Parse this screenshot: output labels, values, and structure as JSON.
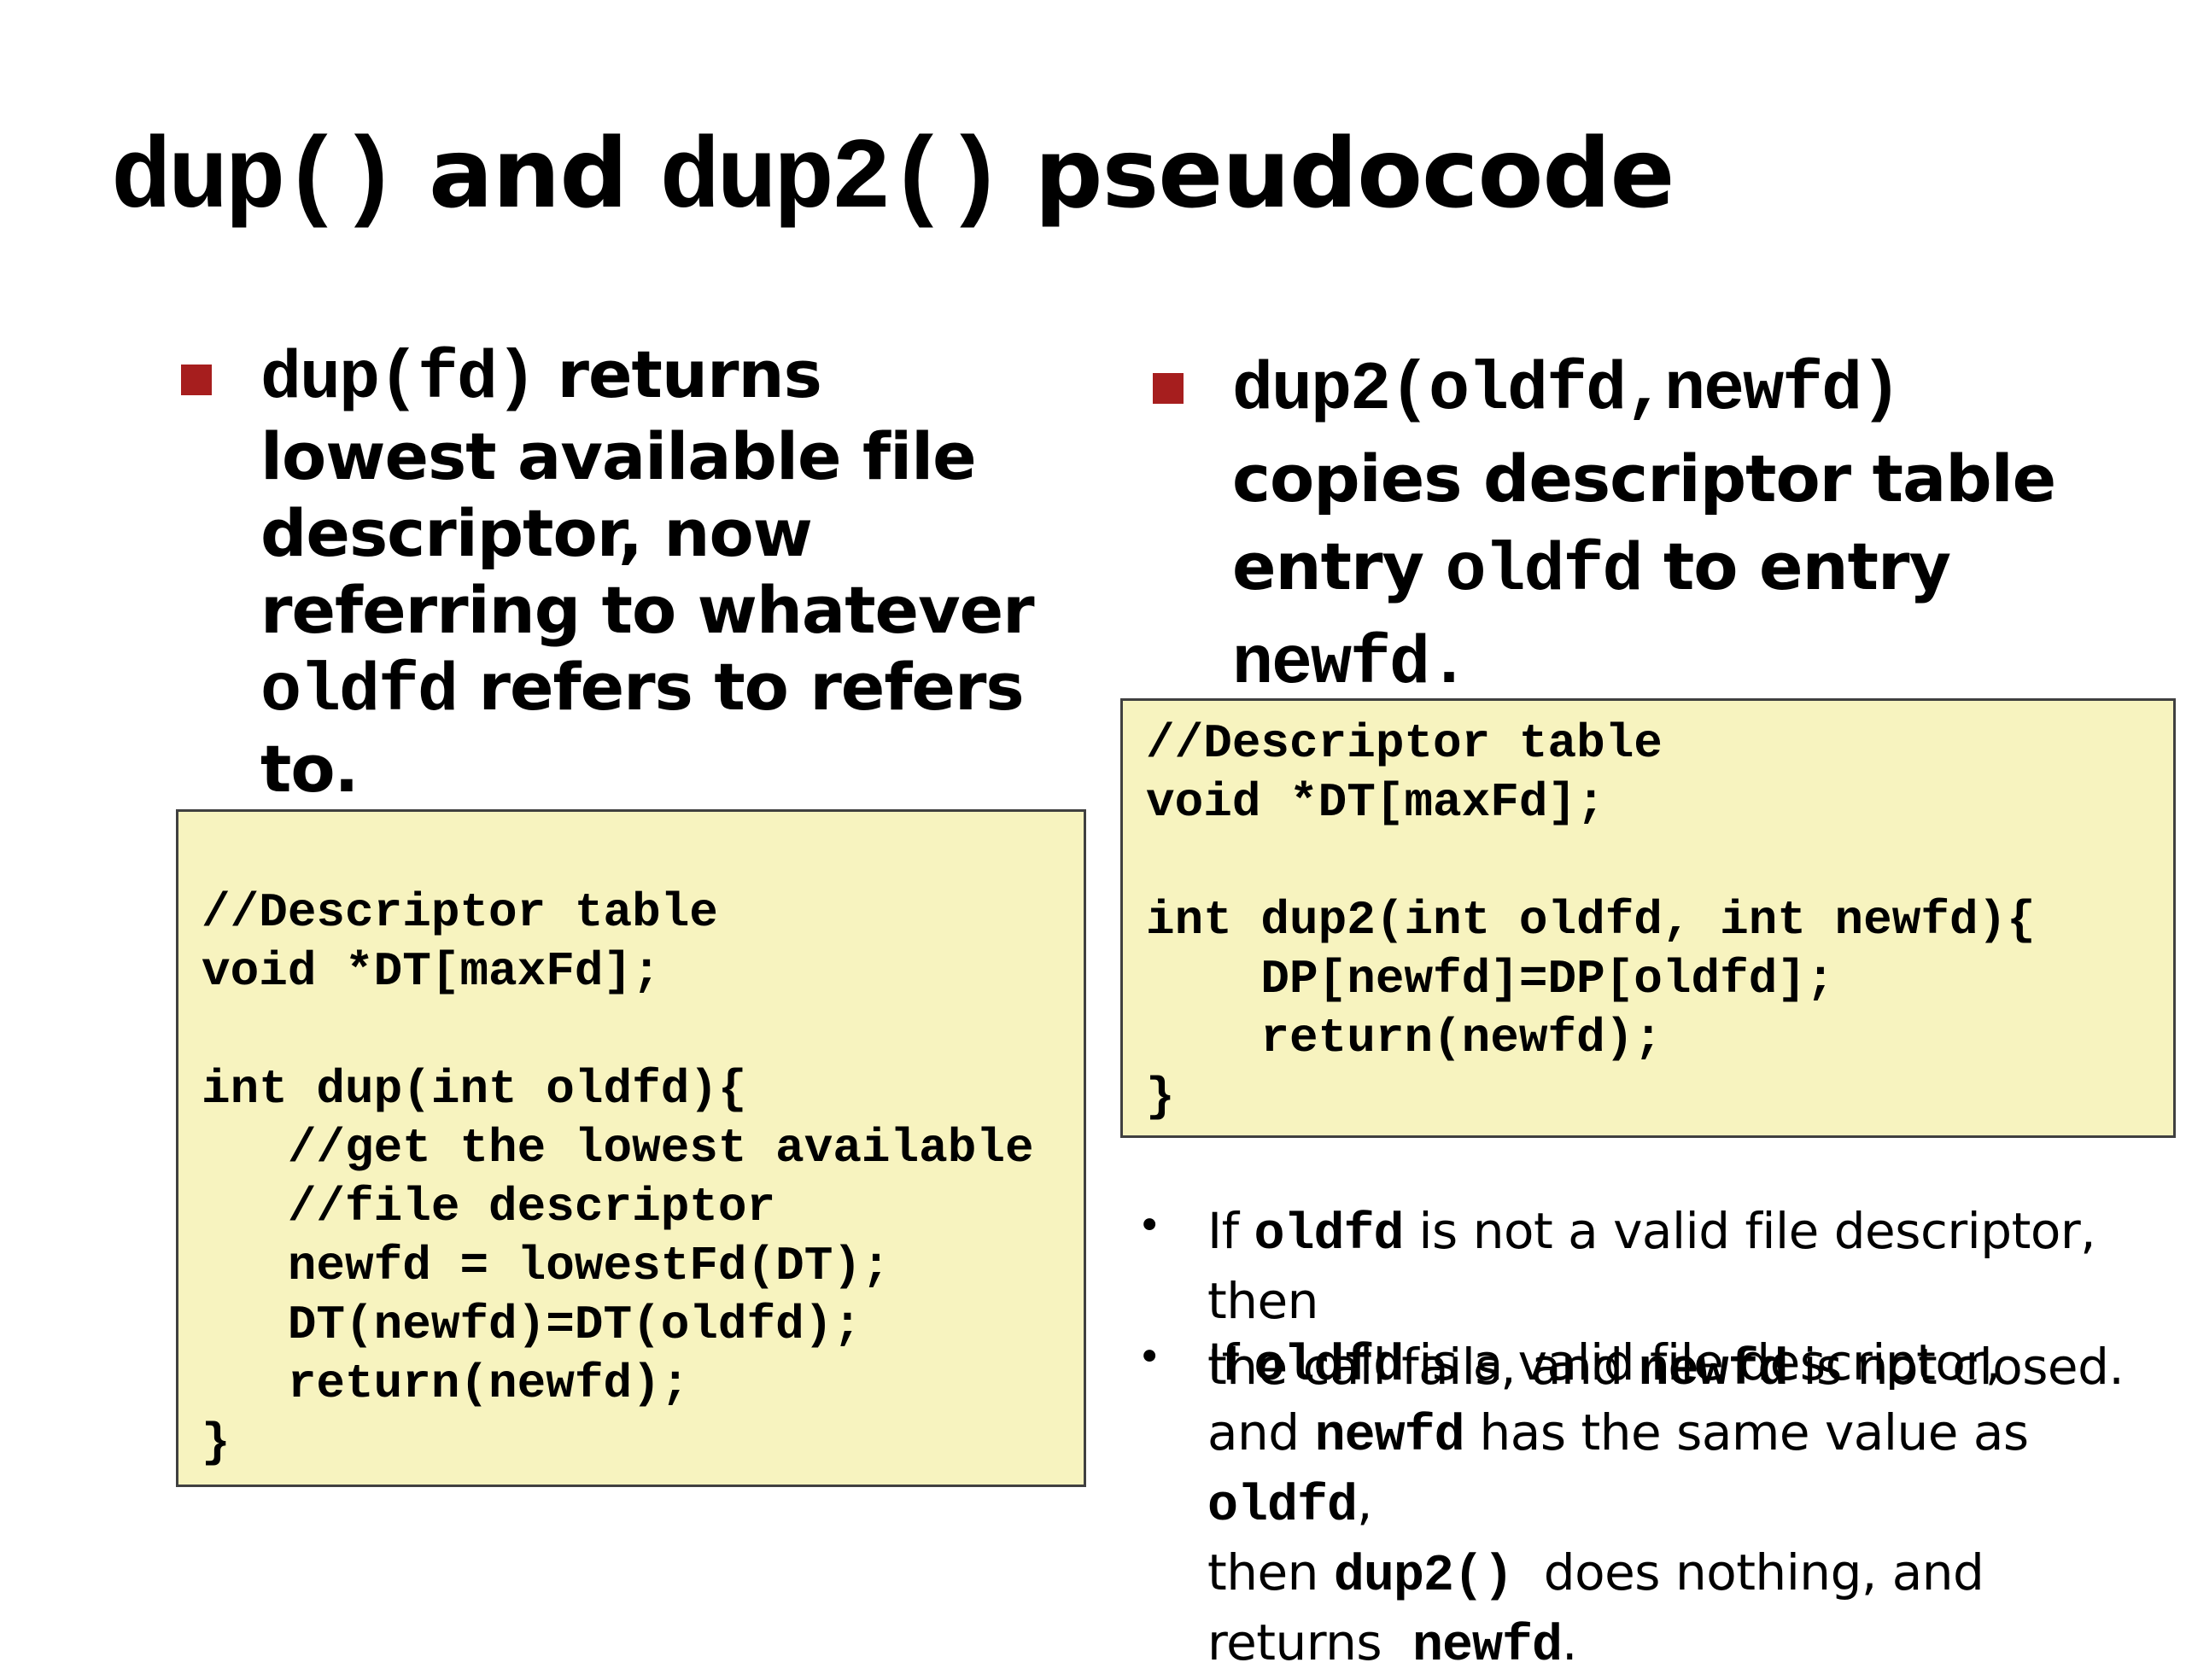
{
  "title": {
    "p1": "dup()",
    "p2": " and ",
    "p3": "dup2()",
    "p4": " pseudocode"
  },
  "left": {
    "bullet": {
      "code": "dup(fd)",
      "l1_rest": " returns",
      "l2": "lowest available file",
      "l3": "descriptor, now",
      "l4": "referring to whatever",
      "l5_code": "oldfd",
      "l5_rest": " refers to refers",
      "l6": "to."
    },
    "code": [
      "//Descriptor table",
      "void *DT[maxFd];",
      "int dup(int oldfd){",
      "   //get the lowest available",
      "   //file descriptor",
      "   newfd = lowestFd(DT);",
      "   DT(newfd)=DT(oldfd);",
      "   return(newfd);",
      "}"
    ]
  },
  "right": {
    "bullet": {
      "l1_code": "dup2(oldfd,newfd)",
      "l2": "copies descriptor table",
      "l3_a": "entry ",
      "l3_code": "oldfd",
      "l3_b": " to entry",
      "l4_code": "newfd."
    },
    "code": [
      "//Descriptor table",
      "void *DT[maxFd];",
      "int dup2(int oldfd, int newfd){",
      "    DP[newfd]=DP[oldfd];",
      "    return(newfd);",
      "}"
    ],
    "notes": {
      "n1": {
        "a": "If ",
        "code1": "oldfd",
        "b": " is not a valid file descriptor, then",
        "c": "the call fails, and ",
        "code2": "newfd",
        "d": " is not closed."
      },
      "n2": {
        "a": "If ",
        "code1": "oldfd",
        "b": " is a valid file descriptor,",
        "c": "and ",
        "code2": "newfd",
        "d": " has the same value as ",
        "code3": "oldfd",
        "e": ",",
        "f": "then ",
        "code4": "dup2()",
        "g": "  does nothing, and",
        "h": "returns  ",
        "code5": "newfd",
        "i": "."
      }
    }
  },
  "colors": {
    "accent": "#a61e1e",
    "code_bg": "#f7f3bf"
  }
}
